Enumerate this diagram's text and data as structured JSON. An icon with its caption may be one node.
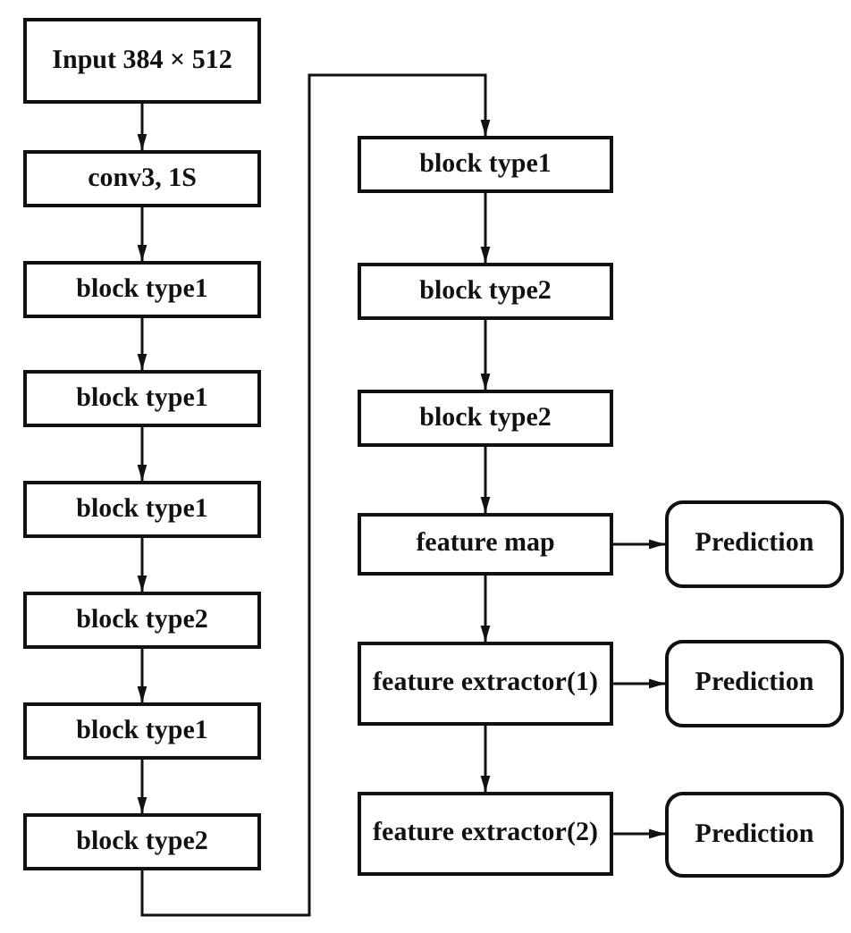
{
  "diagram": {
    "nodes": [
      {
        "text": [
          "Input 384 × 512"
        ]
      },
      {
        "text": [
          "conv3, 1S"
        ]
      },
      {
        "text": [
          "block type1"
        ]
      },
      {
        "text": [
          "block type1"
        ]
      },
      {
        "text": [
          "block type1"
        ]
      },
      {
        "text": [
          "block type2"
        ]
      },
      {
        "text": [
          "block type1"
        ]
      },
      {
        "text": [
          "block type2"
        ]
      },
      {
        "text": [
          "block type1"
        ]
      },
      {
        "text": [
          "block type2"
        ]
      },
      {
        "text": [
          "block type2"
        ]
      },
      {
        "text": [
          "feature map"
        ]
      },
      {
        "text": [
          "feature extractor(1)"
        ]
      },
      {
        "text": [
          "feature extractor(2)"
        ]
      },
      {
        "text": [
          "Prediction"
        ]
      },
      {
        "text": [
          "Prediction"
        ]
      },
      {
        "text": [
          "Prediction"
        ]
      }
    ],
    "edges": [
      {
        "from": 0,
        "to": 1,
        "arrow": "to"
      },
      {
        "from": 1,
        "to": 2,
        "arrow": "to"
      },
      {
        "from": 2,
        "to": 3,
        "arrow": "to"
      },
      {
        "from": 3,
        "to": 4,
        "arrow": "to"
      },
      {
        "from": 4,
        "to": 5,
        "arrow": "to"
      },
      {
        "from": 5,
        "to": 6,
        "arrow": "to"
      },
      {
        "from": 6,
        "to": 7,
        "arrow": "to"
      },
      {
        "from": 7,
        "to": 8,
        "arrow": "to"
      },
      {
        "from": 8,
        "to": 9,
        "arrow": "to"
      },
      {
        "from": 9,
        "to": 10,
        "arrow": "to"
      },
      {
        "from": 10,
        "to": 11,
        "arrow": "to"
      },
      {
        "from": 11,
        "to": 12,
        "arrow": "to"
      },
      {
        "from": 12,
        "to": 13,
        "arrow": "to"
      },
      {
        "from": 11,
        "to": 14,
        "arrow": "to"
      },
      {
        "from": 12,
        "to": 15,
        "arrow": "to"
      },
      {
        "from": 13,
        "to": 16,
        "arrow": "to"
      }
    ]
  }
}
